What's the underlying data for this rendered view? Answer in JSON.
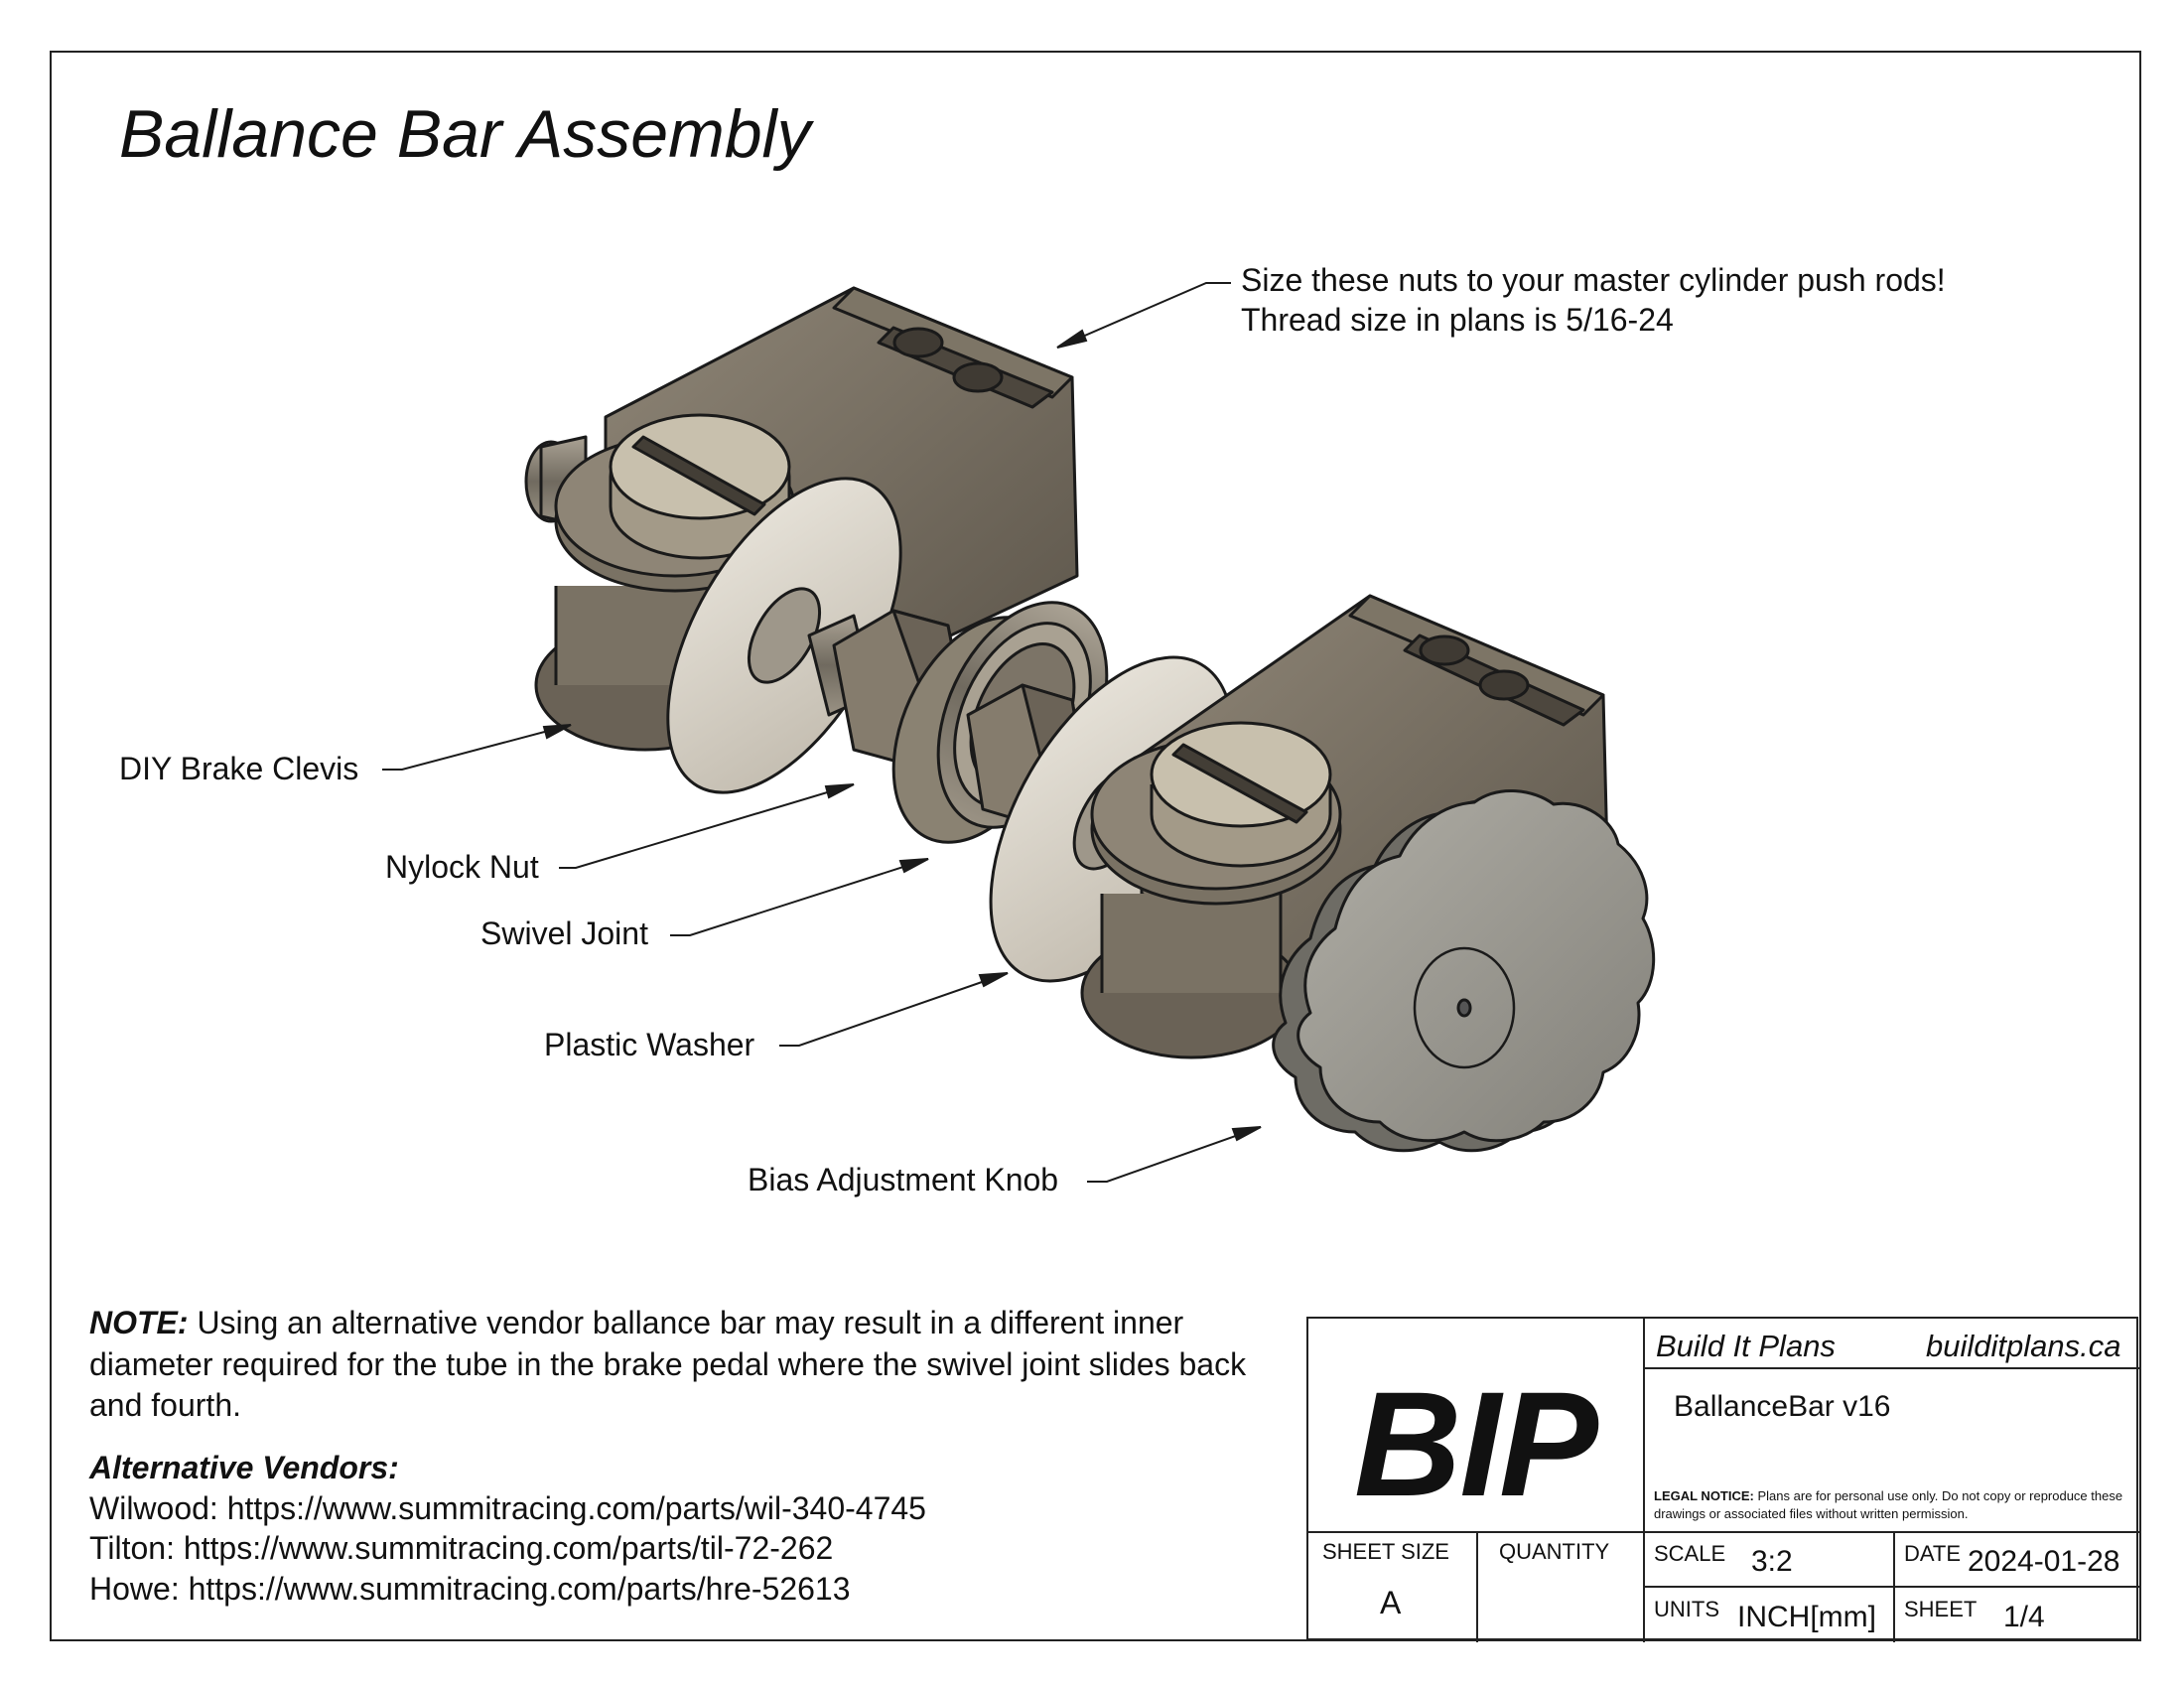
{
  "title": "Ballance Bar Assembly",
  "callout_top": {
    "line1": "Size these nuts to your master cylinder push rods!",
    "line2": "Thread size in plans is 5/16-24"
  },
  "labels": {
    "clevis": "DIY Brake Clevis",
    "nylock": "Nylock Nut",
    "swivel": "Swivel Joint",
    "washer": "Plastic Washer",
    "knob": "Bias Adjustment Knob"
  },
  "note": {
    "heading": "NOTE:",
    "text": "Using an alternative vendor ballance bar may result in a different inner diameter required for the tube in the brake pedal where the swivel joint slides back and fourth."
  },
  "vendors": {
    "heading": "Alternative Vendors:",
    "items": [
      "Wilwood: https://www.summitracing.com/parts/wil-340-4745",
      "Tilton: https://www.summitracing.com/parts/til-72-262",
      "Howe: https://www.summitracing.com/parts/hre-52613"
    ]
  },
  "title_block": {
    "logo": "BIP",
    "company": "Build It Plans",
    "website": "builditplans.ca",
    "part_name": "BallanceBar v16",
    "legal_heading": "LEGAL NOTICE:",
    "legal_text": "Plans are for personal use only. Do not copy or reproduce these drawings or associated files without written permission.",
    "sheet_size_label": "SHEET SIZE",
    "sheet_size": "A",
    "quantity_label": "QUANTITY",
    "quantity": "",
    "scale_label": "SCALE",
    "scale": "3:2",
    "date_label": "DATE",
    "date": "2024-01-28",
    "units_label": "UNITS",
    "units": "INCH[mm]",
    "sheet_label": "SHEET",
    "sheet": "1/4"
  },
  "colors": {
    "metal_dark": "#6e665a",
    "metal_mid": "#8a8173",
    "metal_light": "#b9b1a2",
    "washer": "#d8d3c8",
    "knob": "#9a9890",
    "outline": "#1a1a1a"
  }
}
